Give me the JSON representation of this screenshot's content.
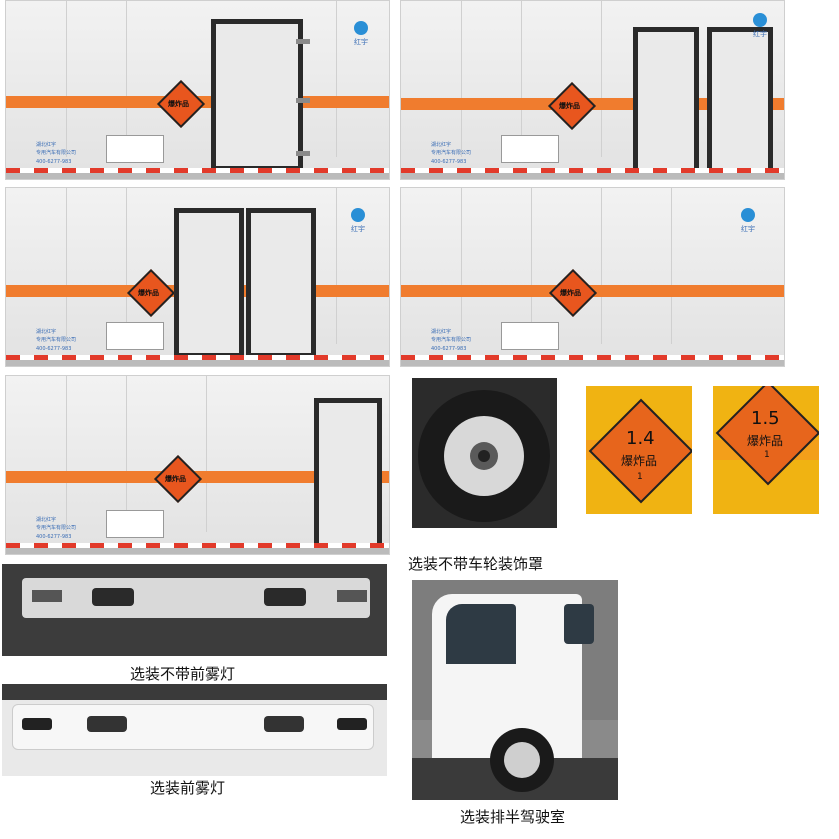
{
  "captions": {
    "wheel": "选装不带车轮装饰罩",
    "no_fog": "选装不带前雾灯",
    "fog": "选装前雾灯",
    "cab": "选装排半驾驶室"
  },
  "labels": {
    "label_14": {
      "num": "1.4",
      "text": "爆炸品",
      "dot": "1"
    },
    "label_15": {
      "num": "1.5",
      "text": "爆炸品",
      "dot": "1"
    }
  },
  "box": {
    "logo_text": "红宇",
    "hazard_text": "爆炸品",
    "company": "湖北红宇\n专用汽车有限公司",
    "phone": "400-6277-983"
  },
  "colors": {
    "stripe": "#f07c2e",
    "trim_red": "#e23a2a",
    "label_bg": "#f0b312",
    "hazard": "#e8561e"
  }
}
